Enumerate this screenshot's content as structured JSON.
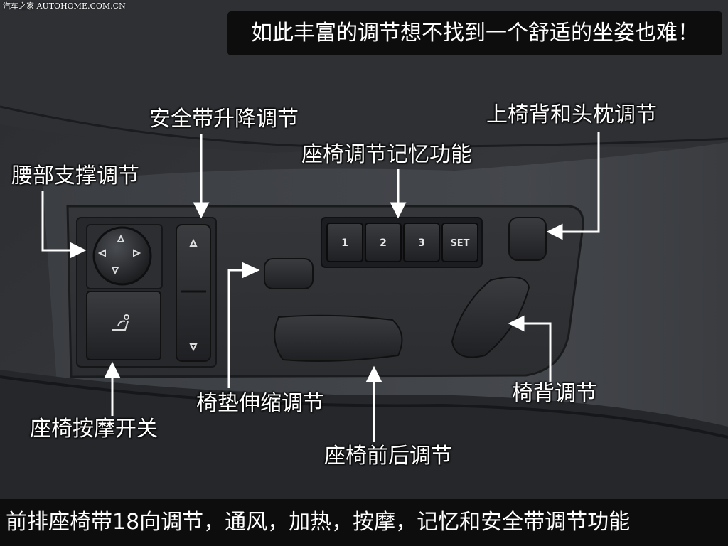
{
  "watermark": "汽车之家 AUTOHOME.COM.CN",
  "headline": "如此丰富的调节想不找到一个舒适的坐姿也难！",
  "footer": "前排座椅带18向调节，通风，加热，按摩，记忆和安全带调节功能",
  "labels": {
    "seatbelt_height": "安全带升降调节",
    "lumbar_support": "腰部支撑调节",
    "memory_function": "座椅调节记忆功能",
    "upper_back_headrest": "上椅背和头枕调节",
    "cushion_extension": "椅垫伸缩调节",
    "backrest": "椅背调节",
    "massage_switch": "座椅按摩开关",
    "fore_aft": "座椅前后调节"
  },
  "memory_buttons": [
    "1",
    "2",
    "3",
    "SET"
  ],
  "colors": {
    "panel": "#2b2d30",
    "leather": "#3a3c40",
    "plastic": "#232427",
    "label_text": "#ffffff",
    "box_bg": "#0d0d0d"
  },
  "icons": [
    "arrow-up-icon",
    "arrow-down-icon",
    "arrow-left-icon",
    "arrow-right-icon",
    "massage-seat-icon"
  ]
}
